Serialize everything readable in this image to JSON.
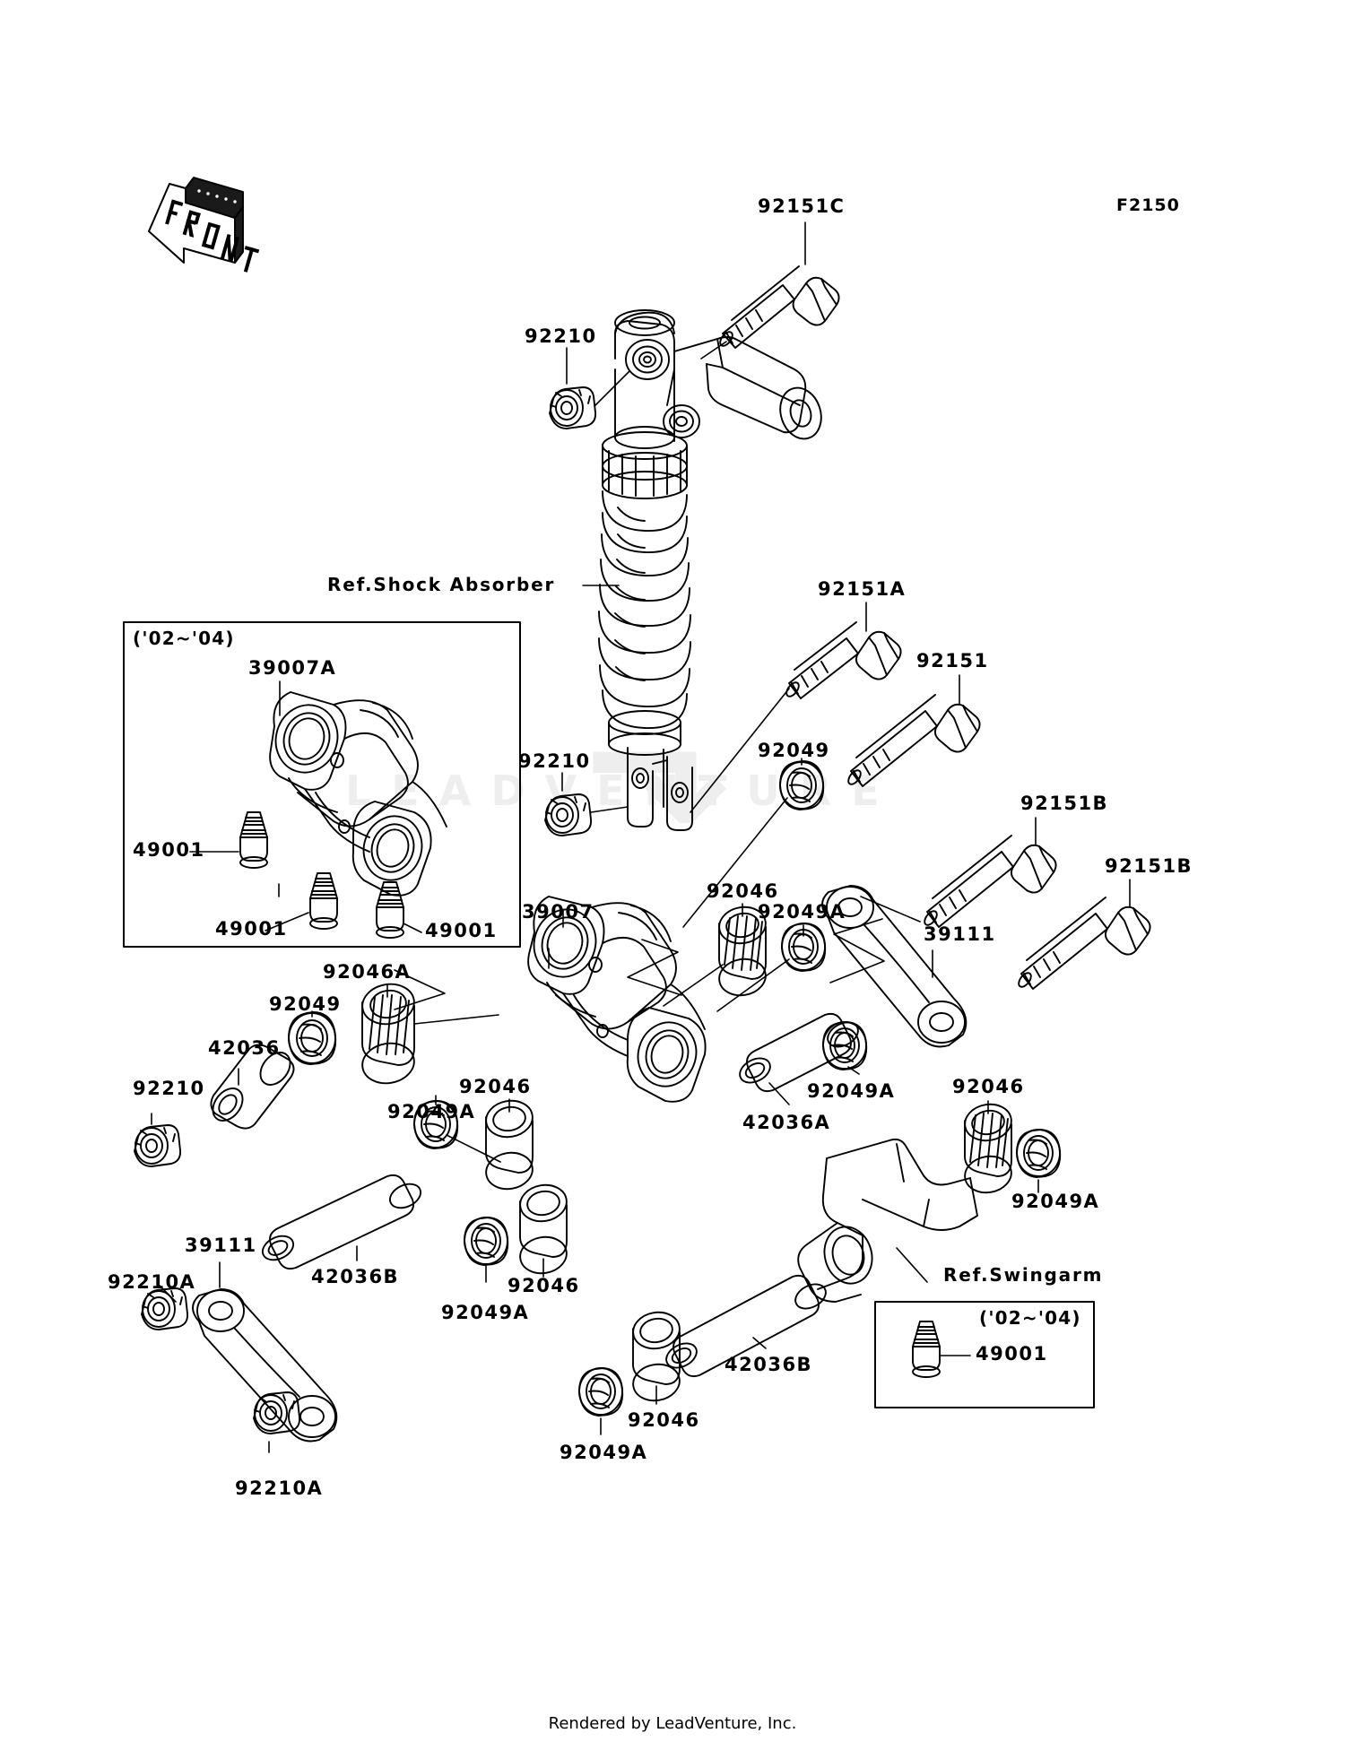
{
  "sheet": {
    "diagram_code": "F2150",
    "front_marker": "FRONT",
    "footer": "Rendered by LeadVenture, Inc.",
    "watermark": "LEADVENTURE"
  },
  "references": {
    "shock_absorber": "Ref.Shock Absorber",
    "swingarm": "Ref.Swingarm"
  },
  "insets": {
    "left": {
      "year_range": "('02~'04)",
      "main_part": "39007A",
      "screws": [
        "49001",
        "49001",
        "49001"
      ]
    },
    "right": {
      "year_range": "('02~'04)",
      "screw": "49001"
    }
  },
  "labels": {
    "bolt_top": "92151C",
    "nut_top": "92210",
    "nut_mid": "92210",
    "bolt_a": "92151A",
    "bolt_plain": "92151",
    "bolt_b1": "92151B",
    "bolt_b2": "92151B",
    "washer_right": "92049",
    "rocker_arm": "39007",
    "bearing_92046_r1": "92046",
    "washer_92049a_r1": "92049A",
    "tie_rod_right": "39111",
    "bearing_92046a_collar": "42036A",
    "washer_92049a_r2": "92049A",
    "bearing_92046_r2": "92046",
    "bearing_92046_r3": "92046",
    "washer_92049a_r3": "92049A",
    "bearing_92046a": "92046A",
    "washer_92049_l": "92049",
    "collar_42036": "42036",
    "nut_92210_l": "92210",
    "bearing_92046_l": "92046",
    "washer_92049a_l": "92049A",
    "bearing_92046_c": "92046",
    "washer_92049a_c": "92049A",
    "collar_42036b_l": "42036B",
    "collar_42036b_r": "42036B",
    "tie_rod_left": "39111",
    "nut_92210a_top": "92210A",
    "nut_92210a_bottom": "92210A",
    "bearing_92046_btm": "92046",
    "washer_92049a_btm": "92049A"
  }
}
